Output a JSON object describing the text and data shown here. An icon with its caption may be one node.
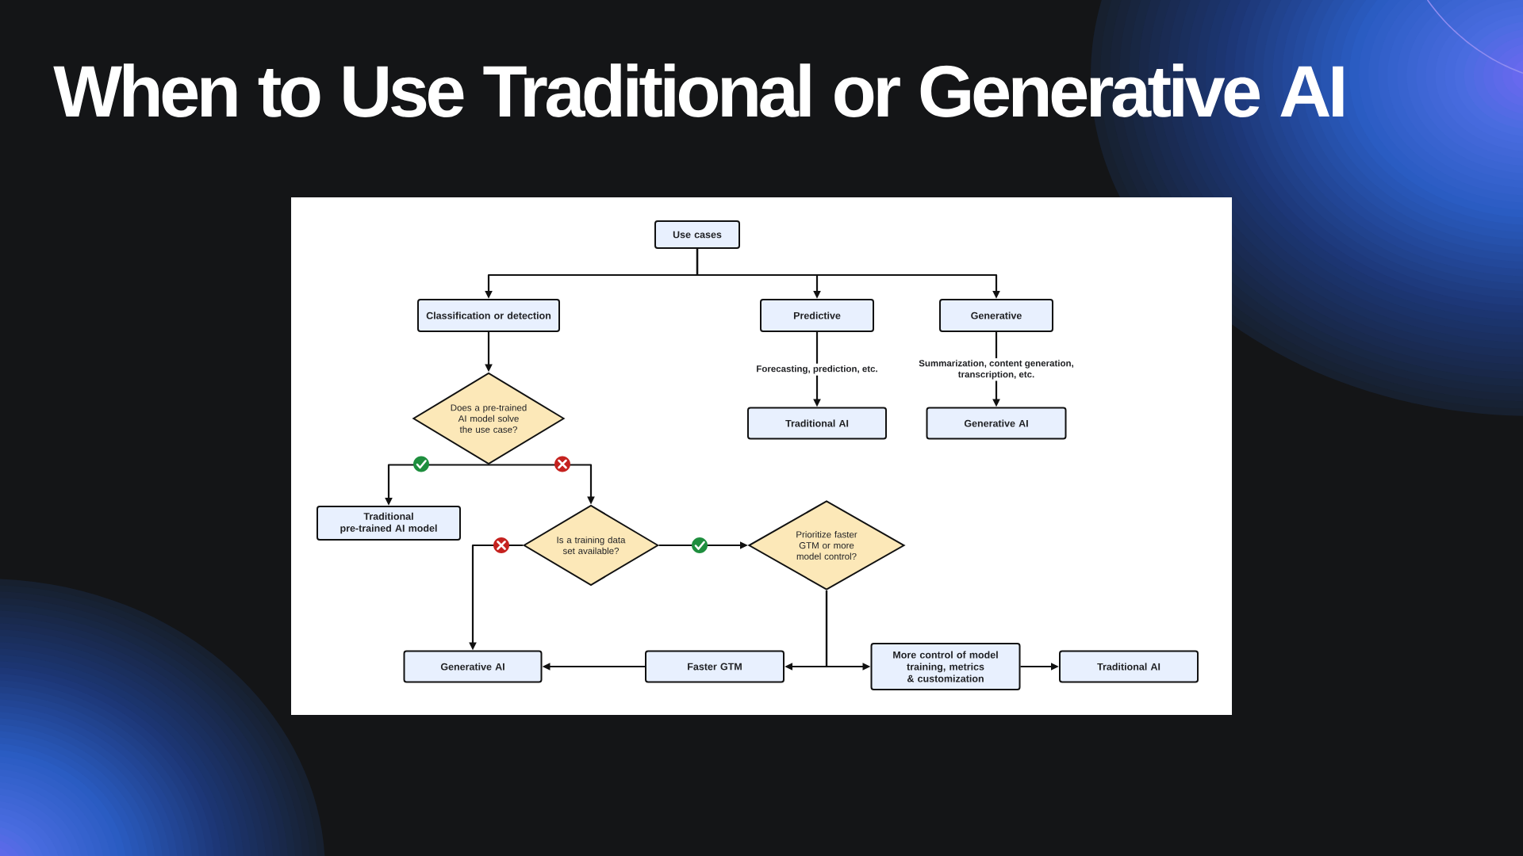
{
  "diagram": {
    "title": "When to Use Traditional or Generative AI",
    "nodes": [
      {
        "text": [
          "Use cases"
        ]
      },
      {
        "text": [
          "Classification or detection"
        ]
      },
      {
        "text": [
          "Predictive"
        ]
      },
      {
        "text": [
          "Generative"
        ]
      },
      {
        "text": [
          "Traditional AI"
        ]
      },
      {
        "text": [
          "Generative AI"
        ]
      },
      {
        "text": [
          "Does a pre-trained AI model solve the use case?"
        ]
      },
      {
        "text": [
          "Traditional pre-trained AI model"
        ]
      },
      {
        "text": [
          "Is a training data set available?"
        ]
      },
      {
        "text": [
          "Prioritize faster GTM or more model control?"
        ]
      },
      {
        "text": [
          "Generative AI"
        ]
      },
      {
        "text": [
          "Faster GTM"
        ]
      },
      {
        "text": [
          "More control of model training, metrics & customization"
        ]
      },
      {
        "text": [
          "Traditional AI"
        ]
      }
    ],
    "edges": [
      {
        "from": 0,
        "to": 1,
        "arrow": "to"
      },
      {
        "from": 0,
        "to": 2,
        "arrow": "to"
      },
      {
        "from": 0,
        "to": 3,
        "arrow": "to"
      },
      {
        "from": 2,
        "to": 4,
        "arrow": "to",
        "label": "Forecasting, prediction, etc."
      },
      {
        "from": 3,
        "to": 5,
        "arrow": "to",
        "label": "Summarization, content generation, transcription, etc."
      },
      {
        "from": 1,
        "to": 6,
        "arrow": "to"
      },
      {
        "from": 6,
        "to": 7,
        "arrow": "to"
      },
      {
        "from": 6,
        "to": 8,
        "arrow": "to"
      },
      {
        "from": 8,
        "to": 10,
        "arrow": "to"
      },
      {
        "from": 8,
        "to": 9,
        "arrow": "to"
      },
      {
        "from": 9,
        "to": 11,
        "arrow": "to"
      },
      {
        "from": 9,
        "to": 12,
        "arrow": "to"
      },
      {
        "from": 11,
        "to": 10,
        "arrow": "to"
      },
      {
        "from": 12,
        "to": 13,
        "arrow": "to"
      }
    ]
  }
}
